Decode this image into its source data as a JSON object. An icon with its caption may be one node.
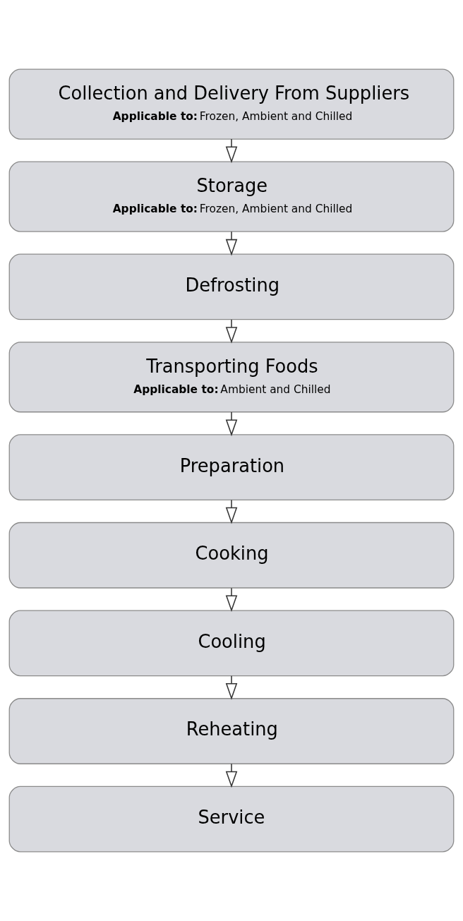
{
  "diagram": {
    "nodes": [
      {
        "text": [
          "Collection and Delivery From Suppliers",
          "**Applicable to:** Frozen, Ambient and Chilled"
        ]
      },
      {
        "text": [
          "Storage",
          "**Applicable to:** Frozen, Ambient and Chilled"
        ]
      },
      {
        "text": [
          "Defrosting"
        ]
      },
      {
        "text": [
          "Transporting Foods",
          "**Applicable to:** Ambient and Chilled"
        ]
      },
      {
        "text": [
          "Preparation"
        ]
      },
      {
        "text": [
          "Cooking"
        ]
      },
      {
        "text": [
          "Cooling"
        ]
      },
      {
        "text": [
          "Reheating"
        ]
      },
      {
        "text": [
          "Service"
        ]
      }
    ],
    "edges": [
      {
        "from": 0,
        "to": 1,
        "arrow": "to"
      },
      {
        "from": 1,
        "to": 2,
        "arrow": "to"
      },
      {
        "from": 2,
        "to": 3,
        "arrow": "to"
      },
      {
        "from": 3,
        "to": 4,
        "arrow": "to"
      },
      {
        "from": 4,
        "to": 5,
        "arrow": "to"
      },
      {
        "from": 5,
        "to": 6,
        "arrow": "to"
      },
      {
        "from": 6,
        "to": 7,
        "arrow": "to"
      },
      {
        "from": 7,
        "to": 8,
        "arrow": "to"
      }
    ]
  }
}
